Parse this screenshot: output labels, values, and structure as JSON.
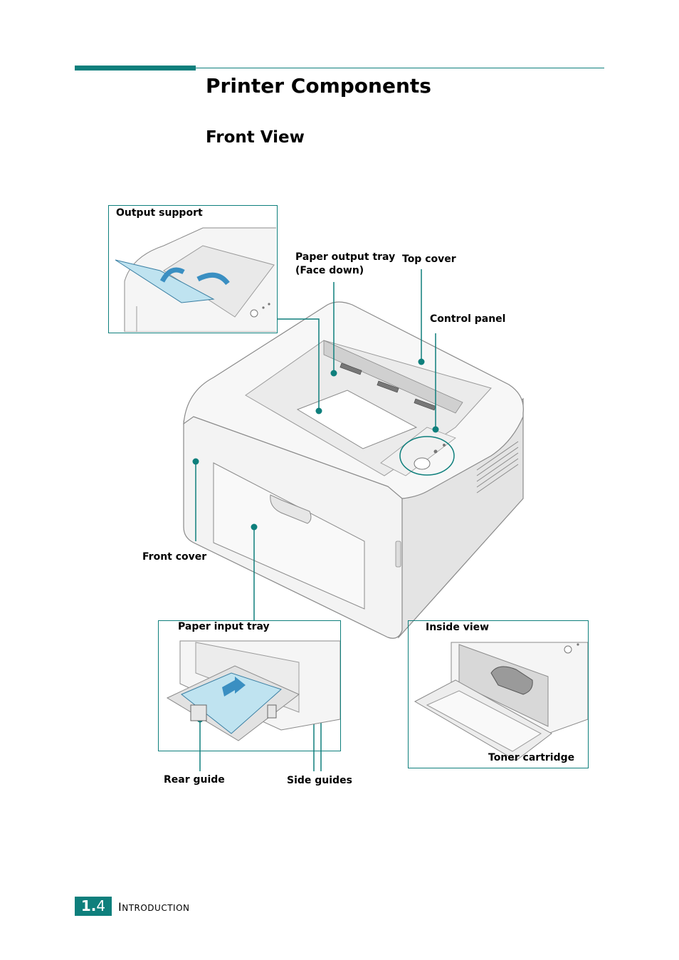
{
  "page": {
    "title": "Printer Components",
    "subtitle": "Front View"
  },
  "callouts": {
    "output_support": "Output support",
    "paper_output_tray_line1": "Paper output tray",
    "paper_output_tray_line2": "(Face down)",
    "top_cover": "Top cover",
    "control_panel": "Control panel",
    "front_cover": "Front cover",
    "paper_input_tray": "Paper input tray",
    "inside_view": "Inside view",
    "toner_cartridge": "Toner cartridge",
    "rear_guide": "Rear guide",
    "side_guides": "Side guides"
  },
  "footer": {
    "page_number_major": "1.",
    "page_number_minor": "4",
    "section_first_letter": "I",
    "section_rest": "NTRODUCTION"
  },
  "colors": {
    "accent": "#0e7f7c",
    "printer_body": "#f2f2f2",
    "printer_shadow": "#d9d9d9",
    "paper_blue": "#bfe3f0"
  }
}
